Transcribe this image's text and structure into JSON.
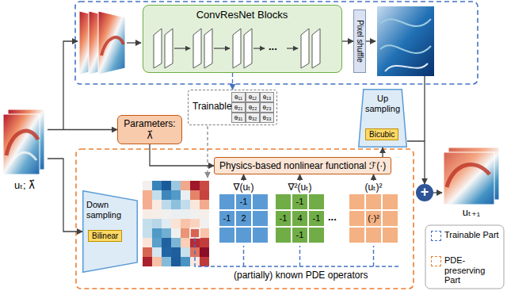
{
  "diagram": {
    "nodes": [
      {
        "text": [
          "uₜ; λ⃗"
        ]
      },
      {
        "text": [
          "ConvResNet Blocks",
          "..."
        ]
      },
      {
        "text": [
          "Pixel shuffle"
        ]
      },
      {
        "text": [
          "Parameters: λ⃗"
        ]
      },
      {
        "text": [
          "Trainable",
          "θ₁₁",
          "θ₁₂",
          "θ₁₃",
          "θ₂₁",
          "θ₂₂",
          "θ₂₃",
          "θ₃₁",
          "θ₃₂",
          "θ₃₃"
        ]
      },
      {
        "text": [
          "Up sampling"
        ]
      },
      {
        "text": [
          "Bicubic"
        ],
        "in": 5
      },
      {
        "text": [
          "+"
        ]
      },
      {
        "text": [
          "uₜ₊₁"
        ]
      },
      {
        "text": [
          "Physics-based nonlinear functional ℱ(·)"
        ]
      },
      {
        "text": [
          "Down sampling"
        ]
      },
      {
        "text": [
          "Bilinear"
        ],
        "in": 10
      },
      {
        "text": [
          "∇(uₜ)",
          "-1",
          "-1",
          "2"
        ]
      },
      {
        "text": [
          "∇²(uₜ)",
          "-1",
          "-1",
          "4",
          "-1",
          "-1"
        ]
      },
      {
        "text": [
          "(uₜ)²",
          "(·)²"
        ]
      }
    ],
    "edges": [
      {
        "from": 0,
        "to": 3,
        "arrow": "to"
      },
      {
        "from": 0,
        "to": 10,
        "arrow": "to"
      },
      {
        "from": 1,
        "to": 2,
        "arrow": "to"
      },
      {
        "from": 1,
        "to": 4,
        "arrow": "to"
      },
      {
        "from": 3,
        "to": 9,
        "arrow": "to"
      },
      {
        "from": 12,
        "to": 9,
        "arrow": "to"
      },
      {
        "from": 13,
        "to": 9,
        "arrow": "to"
      },
      {
        "from": 14,
        "to": 9,
        "arrow": "to"
      },
      {
        "from": 9,
        "to": 5,
        "arrow": "to"
      },
      {
        "from": 5,
        "to": 7,
        "arrow": "to"
      },
      {
        "from": 7,
        "to": 8,
        "arrow": "to"
      }
    ],
    "labels": [
      "...",
      "(partially) known PDE operators"
    ],
    "legend": [
      {
        "text": "Trainable Part"
      },
      {
        "text": "PDE-preserving Part"
      }
    ]
  }
}
